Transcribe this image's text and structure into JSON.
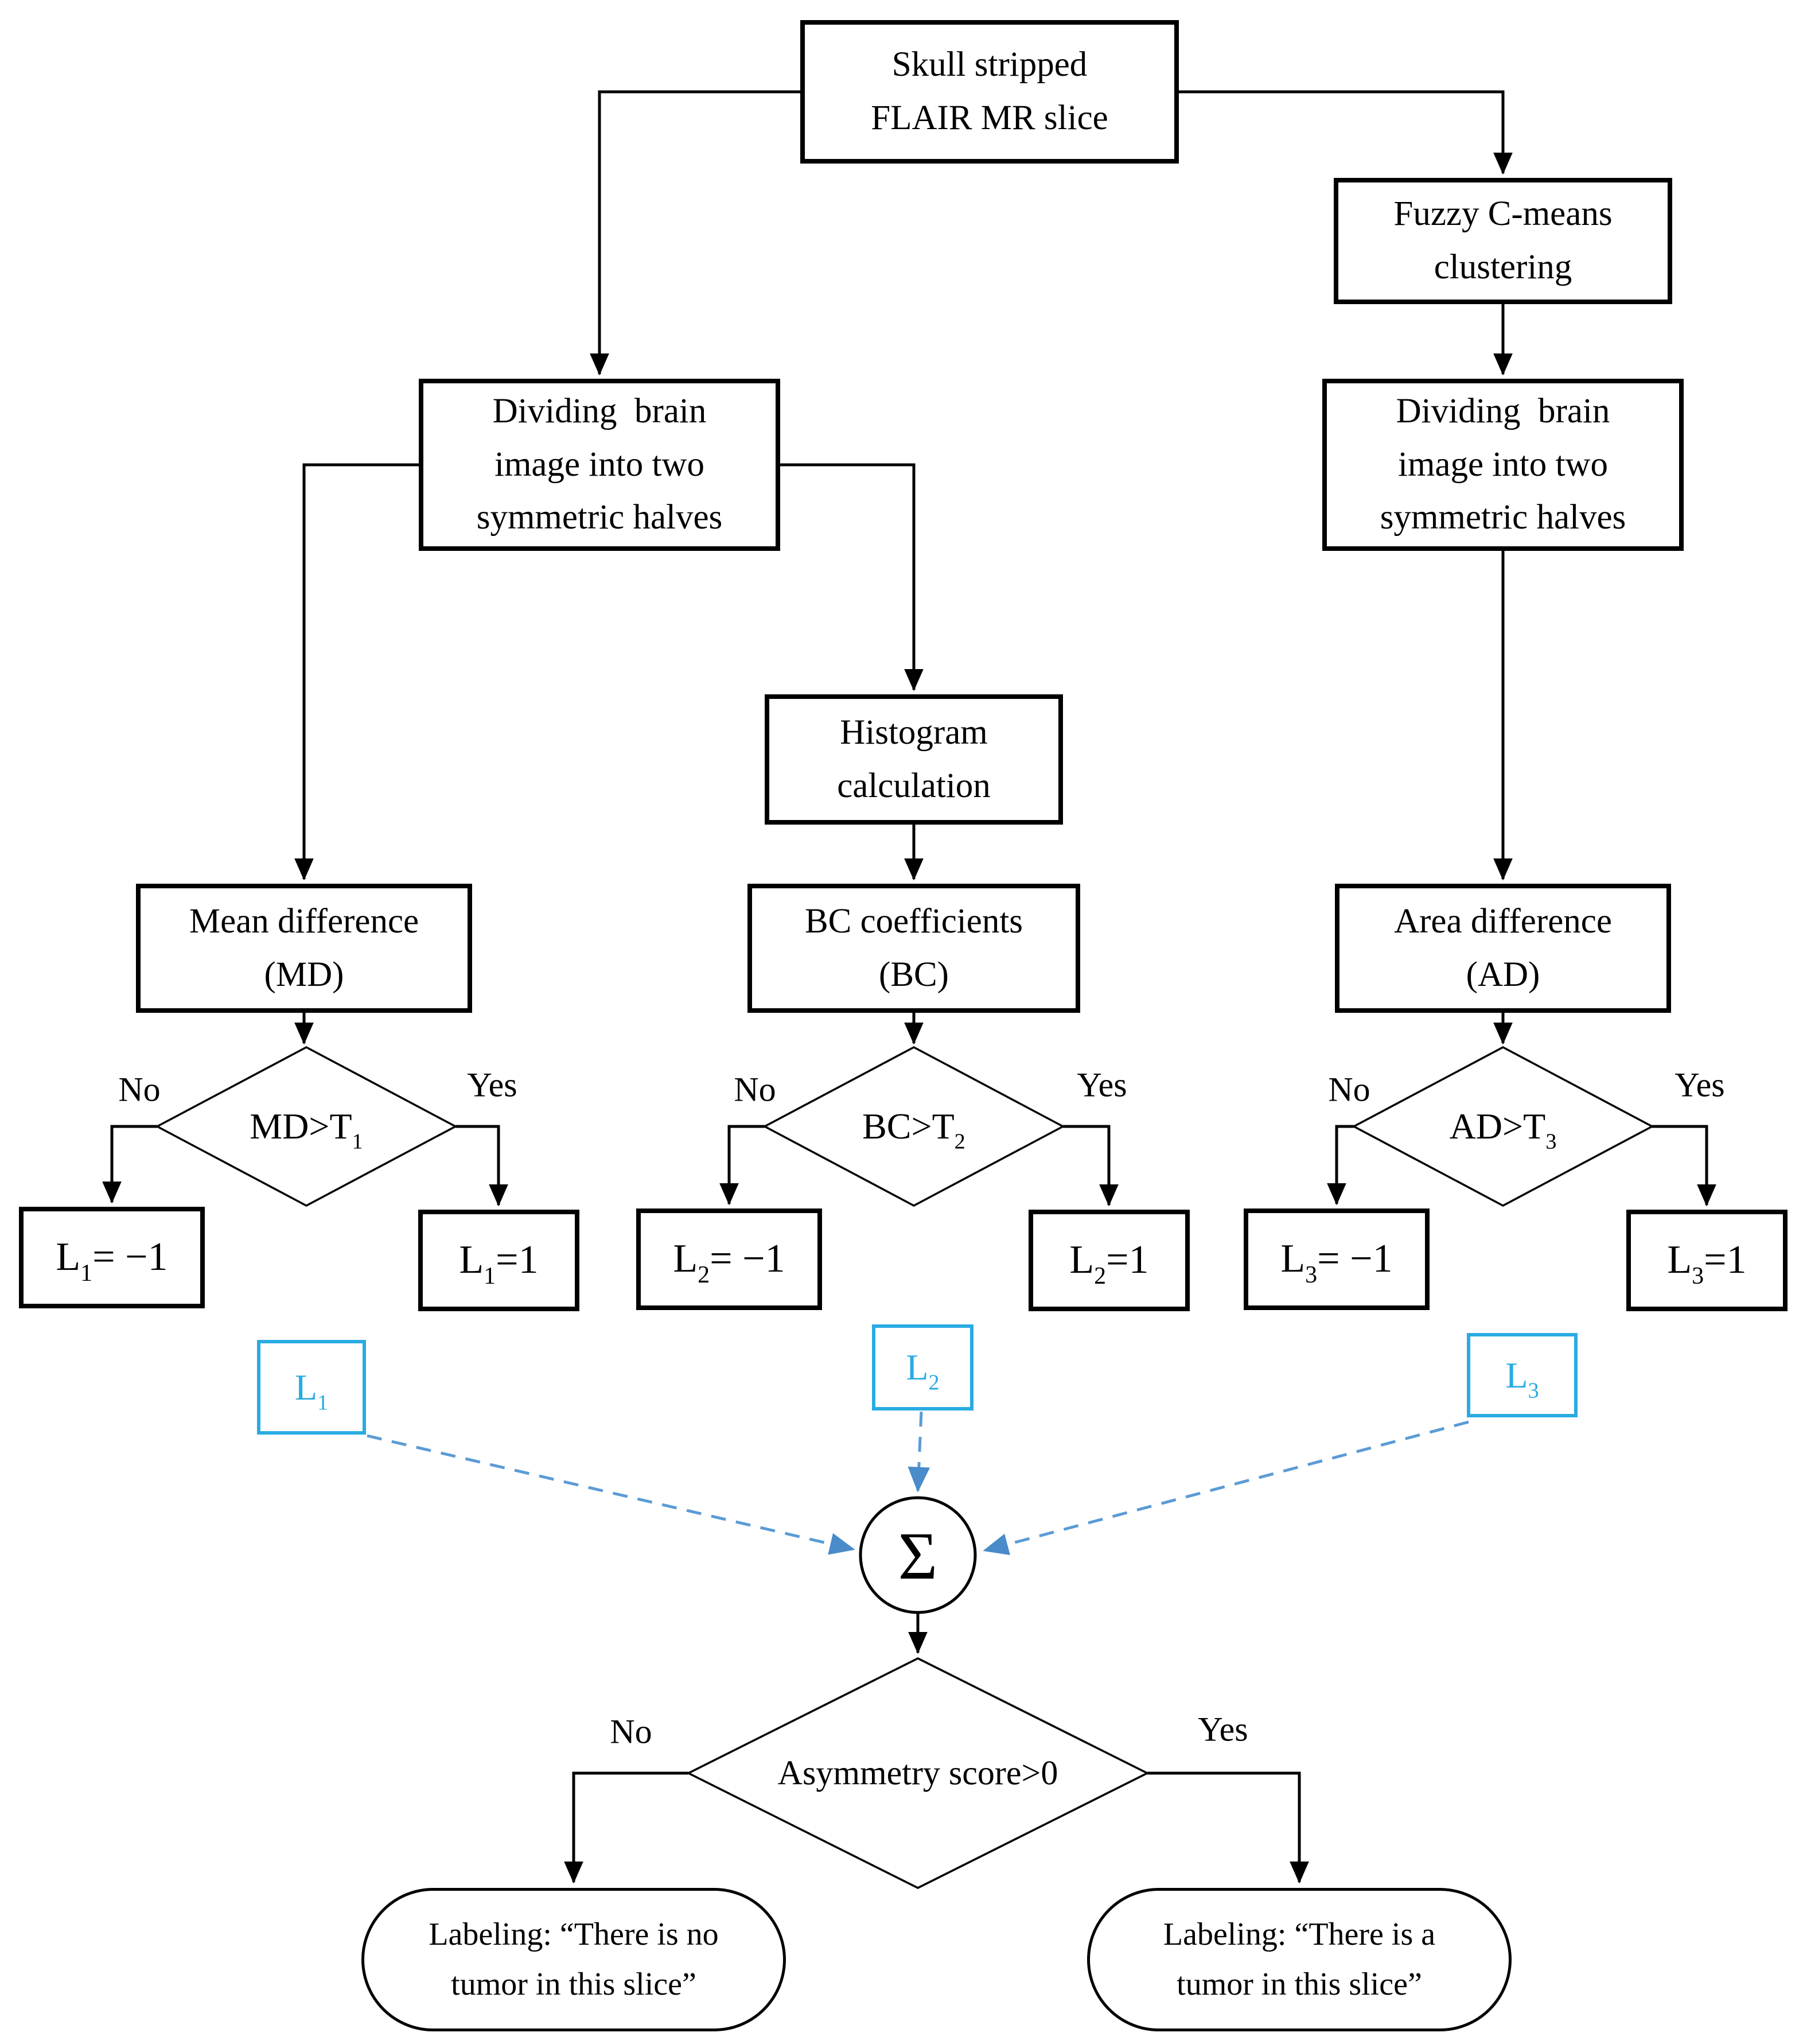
{
  "nodes": {
    "start": {
      "lines": [
        "Skull stripped",
        "FLAIR MR slice"
      ]
    },
    "fcm": {
      "lines": [
        "Fuzzy C-means",
        "clustering"
      ]
    },
    "divide_left": {
      "lines": [
        "Dividing  brain",
        "image into two",
        "symmetric halves"
      ]
    },
    "divide_right": {
      "lines": [
        "Dividing  brain",
        "image into two",
        "symmetric halves"
      ]
    },
    "histogram": {
      "lines": [
        "Histogram",
        "calculation"
      ]
    },
    "mean": {
      "lines": [
        "Mean difference",
        "(MD)"
      ]
    },
    "bc": {
      "lines": [
        "BC coefficients",
        "(BC)"
      ]
    },
    "area": {
      "lines": [
        "Area difference",
        "(AD)"
      ]
    }
  },
  "decisions": {
    "d1": {
      "base": "MD>T",
      "sub": "1"
    },
    "d2": {
      "base": "BC>T",
      "sub": "2"
    },
    "d3": {
      "base": "AD>T",
      "sub": "3"
    },
    "final": {
      "label": "Asymmetry score>0"
    }
  },
  "branch_labels": {
    "no": "No",
    "yes": "Yes"
  },
  "results": {
    "l1_neg": {
      "base": "L",
      "sub": "1",
      "value": "= −1"
    },
    "l1_pos": {
      "base": "L",
      "sub": "1",
      "value": "=1"
    },
    "l2_neg": {
      "base": "L",
      "sub": "2",
      "value": "= −1"
    },
    "l2_pos": {
      "base": "L",
      "sub": "2",
      "value": "=1"
    },
    "l3_neg": {
      "base": "L",
      "sub": "3",
      "value": "= −1"
    },
    "l3_pos": {
      "base": "L",
      "sub": "3",
      "value": "=1"
    }
  },
  "score_labels": {
    "l1": {
      "base": "L",
      "sub": "1"
    },
    "l2": {
      "base": "L",
      "sub": "2"
    },
    "l3": {
      "base": "L",
      "sub": "3"
    }
  },
  "sum_node": {
    "symbol": "Σ"
  },
  "outputs": {
    "no_tumor": {
      "lines": [
        "Labeling: “There is no",
        "tumor in this slice”"
      ]
    },
    "tumor": {
      "lines": [
        "Labeling: “There is a",
        "tumor in this slice”"
      ]
    }
  },
  "colors": {
    "line": "#000000",
    "label_box_blue": "#29ABE2",
    "dashed_arrow_blue": "#5B9BD5",
    "arrowhead_blue": "#4A8BC9"
  }
}
